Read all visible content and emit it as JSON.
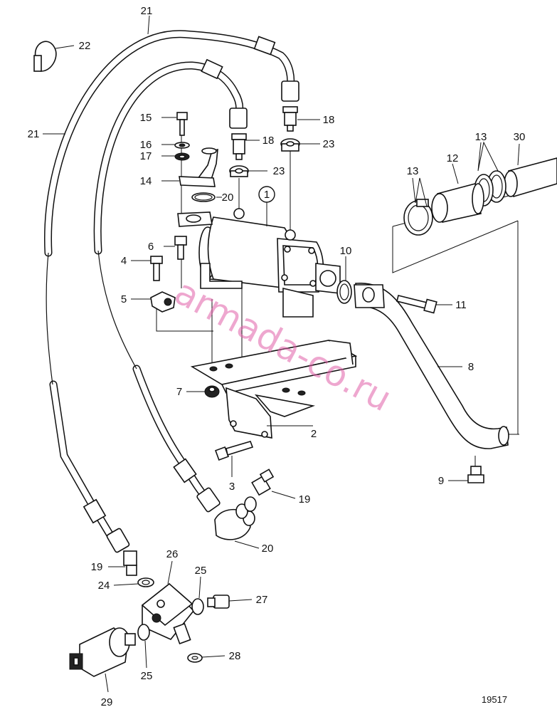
{
  "labels": {
    "p1": "1",
    "p2": "2",
    "p3": "3",
    "p4": "4",
    "p5": "5",
    "p6": "6",
    "p7": "7",
    "p8": "8",
    "p9": "9",
    "p10": "10",
    "p11": "11",
    "p12": "12",
    "p13a": "13",
    "p13b": "13",
    "p14": "14",
    "p15": "15",
    "p16": "16",
    "p17": "17",
    "p18a": "18",
    "p18b": "18",
    "p19a": "19",
    "p19b": "19",
    "p20a": "20",
    "p20b": "20",
    "p21a": "21",
    "p21b": "21",
    "p22": "22",
    "p23a": "23",
    "p23b": "23",
    "p24": "24",
    "p25a": "25",
    "p25b": "25",
    "p26": "26",
    "p27": "27",
    "p28": "28",
    "p29": "29",
    "p30": "30"
  },
  "drawing_number": "19517",
  "watermark": "armada-co.ru"
}
